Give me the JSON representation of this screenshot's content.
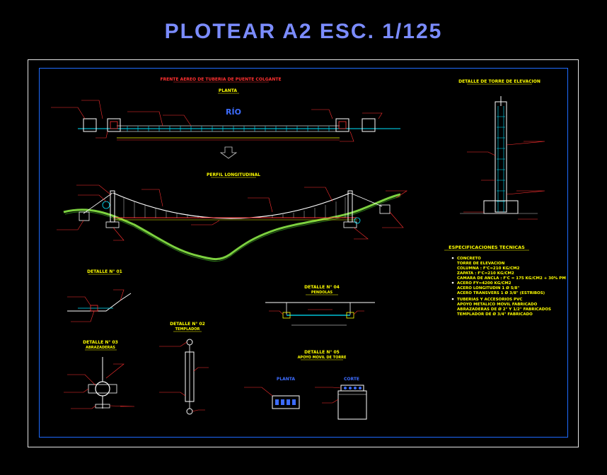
{
  "sheet_title": "PLOTEAR A2 ESC. 1/125",
  "views": {
    "frente": "FRENTE AEREO DE TUBERIA DE PUENTE COLGANTE",
    "planta": "PLANTA",
    "rio": "RÍO",
    "perfil": "PERFIL LONGITUDINAL",
    "torre_elev": "DETALLE DE TORRE DE ELEVACION"
  },
  "details": {
    "d01": "DETALLE N° 01",
    "d02": "DETALLE N° 02",
    "d02_sub": "TEMPLADOR",
    "d03": "DETALLE N° 03",
    "d03_sub": "ABRAZADERAS",
    "d04": "DETALLE N° 04",
    "d04_sub": "PENDOLAS",
    "d05": "DETALLE N° 05",
    "d05_sub": "APOYO MOVIL DE TORRE",
    "planta": "PLANTA",
    "corte": "CORTE"
  },
  "specs": {
    "title": "ESPECIFICACIONES TECNICAS",
    "lines": [
      "CONCRETO",
      "TORRE DE ELEVACION",
      "COLUMNA   : F'C=210 KG/CM2",
      "ZAPATA    : F'C=210 KG/CM2",
      "CAMARA DE ANCLA : F'C = 175 KG/CM2 + 30% PM",
      "ACERO FY=4200 KG/CM2",
      "ACERO LONGITUDIN  1 Ø 5/8\"",
      "ACERO TRANSVERS  1 Ø 3/8\" (ESTRIBOS)",
      "TUBERIAS Y ACCESORIOS PVC",
      "APOYO METALICO MOVIL FABRICADO",
      "ABRAZADERAS DE Ø 2\" Y 1/2\" FABRICADOS",
      "TEMPLADOR DE Ø 3/4\" FABRICADO"
    ]
  },
  "colors": {
    "title": "#7b8cff",
    "frame": "#1e6bff",
    "annotation": "#ff3030",
    "heading": "#ffff00",
    "pipe": "#00e5ff",
    "terrain": "#7cd13f",
    "cable": "#ffffff"
  }
}
